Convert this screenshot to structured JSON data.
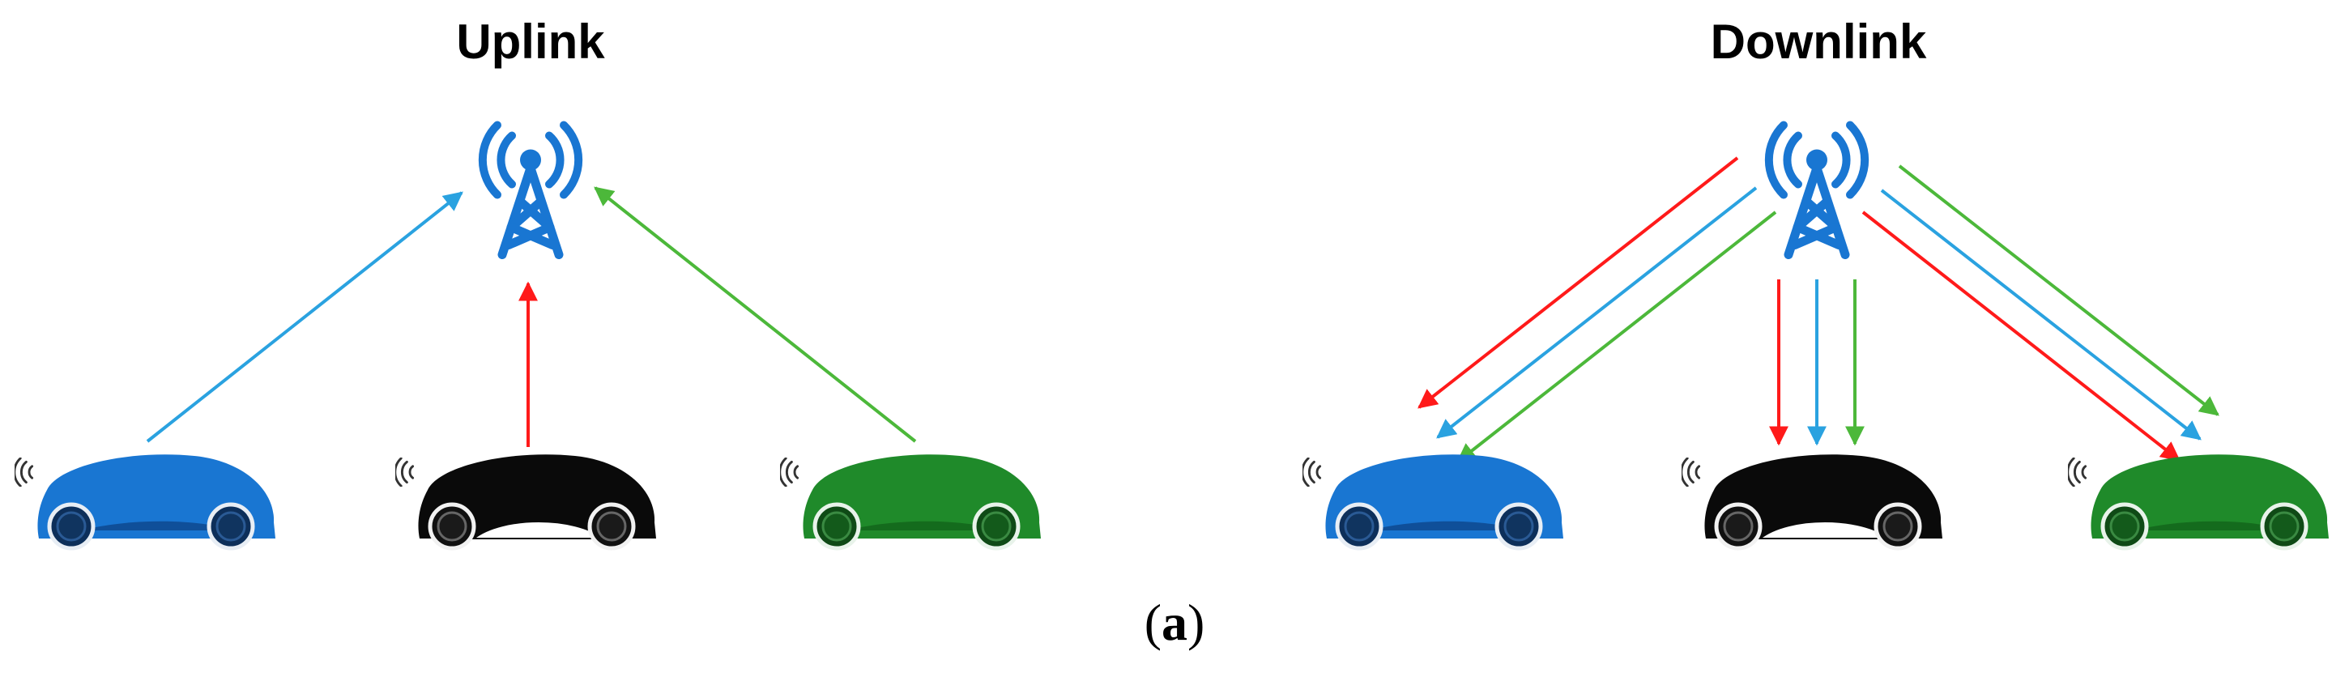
{
  "panels": {
    "uplink": {
      "title": "Uplink"
    },
    "downlink": {
      "title": "Downlink"
    }
  },
  "caption": {
    "open": "(",
    "letter": "a",
    "close": ")"
  },
  "colors": {
    "tower": "#1976d2",
    "car_blue": "#1976d2",
    "car_black": "#0a0a0a",
    "car_green": "#1f8a2a",
    "arrow_red": "#ff1a1a",
    "arrow_blue": "#2aa2e0",
    "arrow_green": "#4cb83a"
  },
  "icons": [
    "cell-tower-icon",
    "car-icon",
    "wireless-signal-icon"
  ]
}
